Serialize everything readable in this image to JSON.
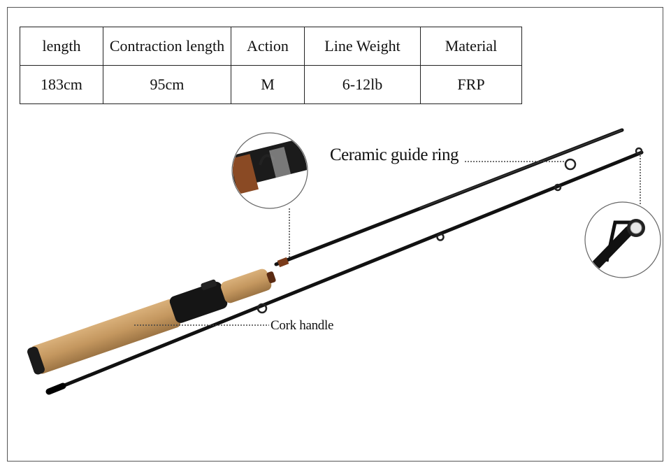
{
  "spec_table": {
    "headers": [
      "length",
      "Contraction length",
      "Action",
      "Line Weight",
      "Material"
    ],
    "values": [
      "183cm",
      "95cm",
      "M",
      "6-12lb",
      "FRP"
    ]
  },
  "callouts": {
    "guide_ring": "Ceramic guide ring",
    "cork_handle": "Cork handle"
  },
  "colors": {
    "cork": "#c4975f",
    "rod": "#111111",
    "frame": "#555555",
    "leader": "#444444"
  }
}
